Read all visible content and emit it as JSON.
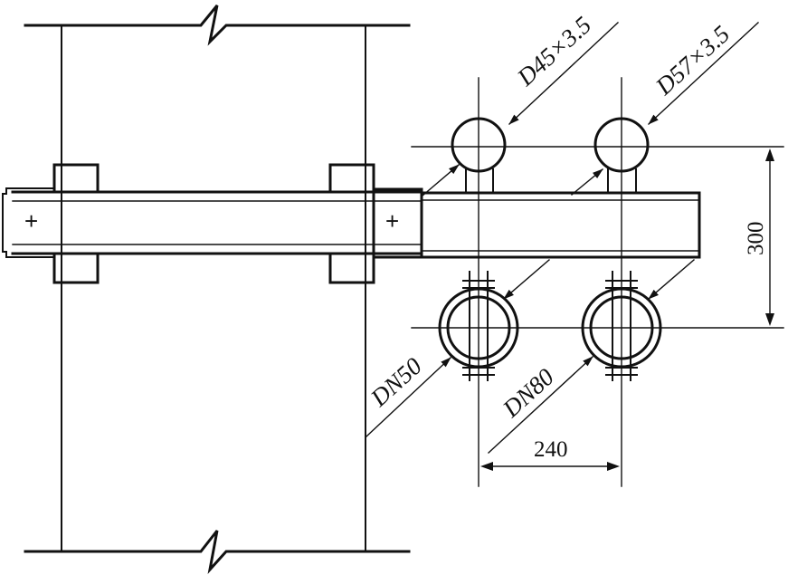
{
  "labels": {
    "pipe_d45": "D45×3.5",
    "pipe_d57": "D57×3.5",
    "pipe_dn50": "DN50",
    "pipe_dn80": "DN80"
  },
  "dimensions": {
    "vertical_spacing": "300",
    "horizontal_spacing": "240"
  },
  "marks": {
    "bolt_left": "+",
    "bolt_right": "+"
  }
}
